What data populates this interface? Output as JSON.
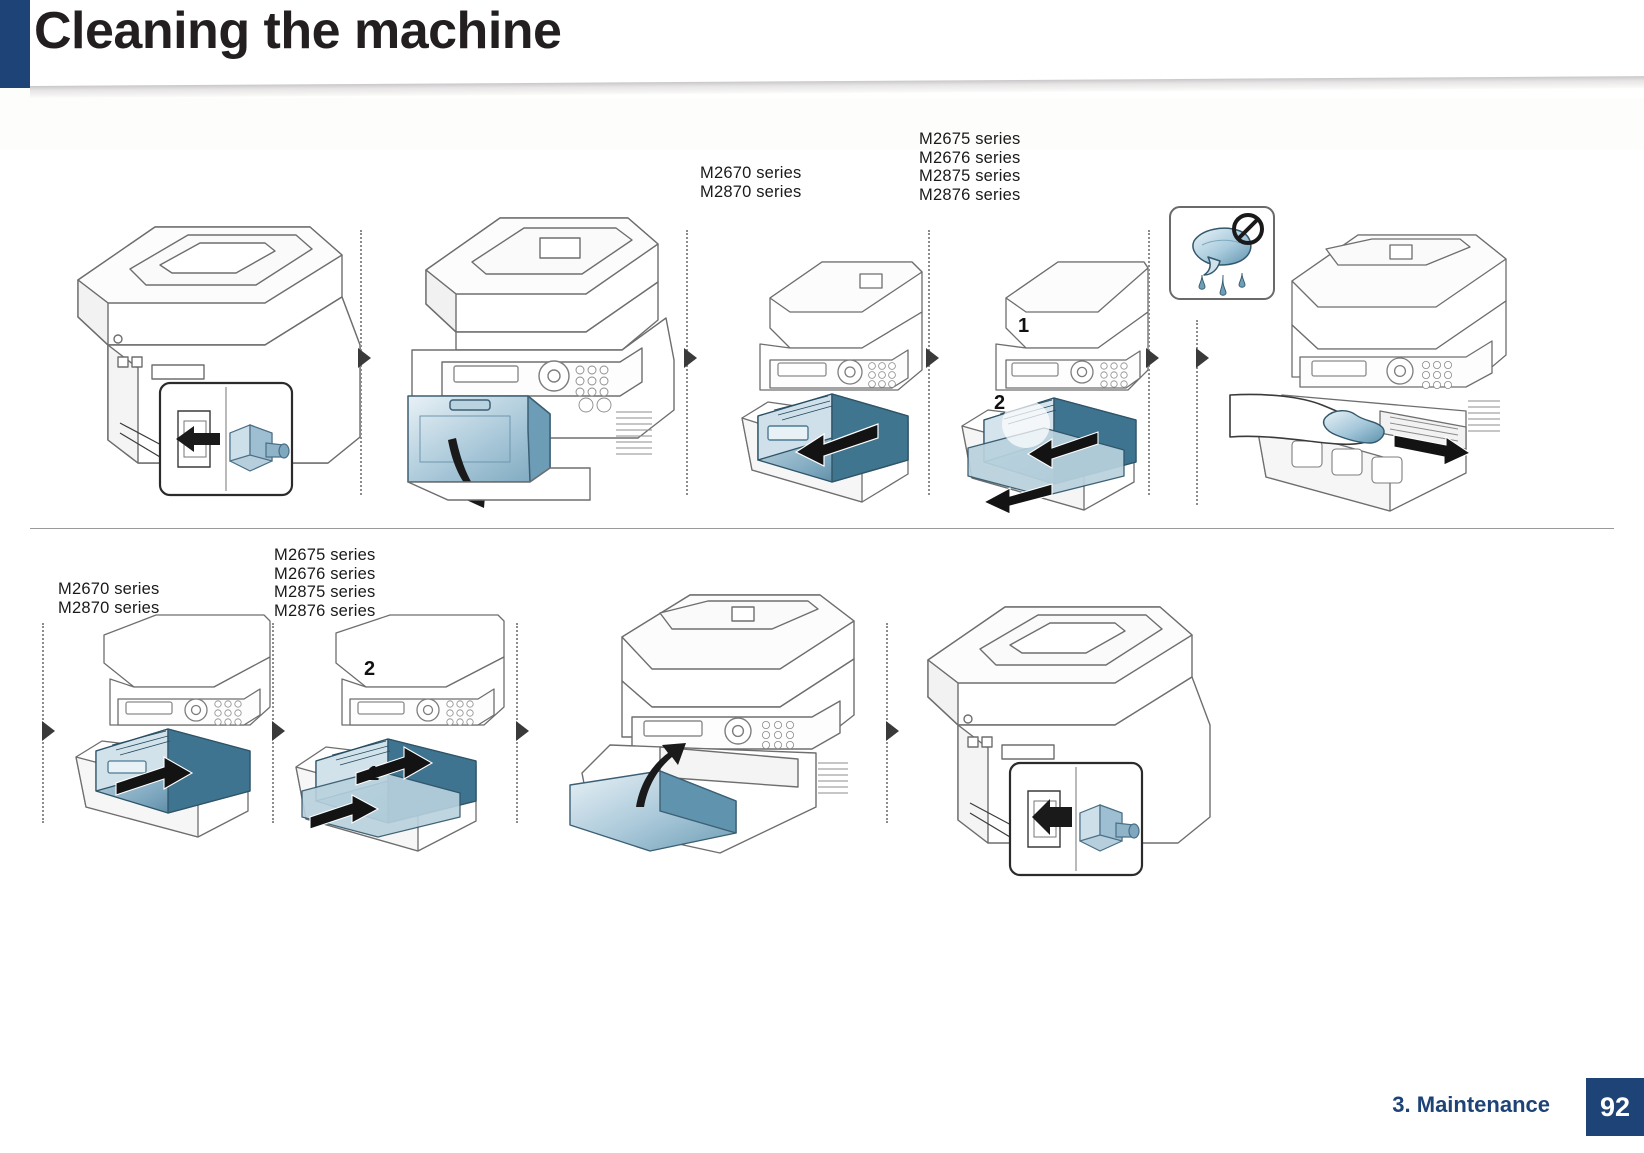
{
  "header": {
    "title": "Cleaning the machine",
    "accent_color": "#1e4376"
  },
  "figure": {
    "rows": [
      {
        "id": "row-1",
        "labels": [
          {
            "name": "model-label-left",
            "text": "M2670 series\nM2870 series"
          },
          {
            "name": "model-label-right",
            "text": "M2675 series\nM2676 series\nM2875 series\nM2876 series"
          }
        ],
        "steps": [
          {
            "id": "step-1",
            "caption_icon": "power-plug-unplug-icon",
            "callouts": []
          },
          {
            "id": "step-2",
            "caption_icon": "front-cover-open-icon",
            "callouts": []
          },
          {
            "id": "step-3",
            "caption_icon": "toner-cartridge-pull-out-icon",
            "callouts": []
          },
          {
            "id": "step-4",
            "caption_icon": "imaging-unit-pull-out-icon",
            "callouts": [
              "1",
              "2"
            ]
          },
          {
            "id": "step-5",
            "caption_icon": "no-wet-cloth-icon",
            "callouts": []
          },
          {
            "id": "step-6",
            "caption_icon": "hand-wipe-interior-icon",
            "callouts": []
          }
        ]
      },
      {
        "id": "row-2",
        "labels": [
          {
            "name": "model-label-left",
            "text": "M2670 series\nM2870 series"
          },
          {
            "name": "model-label-right",
            "text": "M2675 series\nM2676 series\nM2875 series\nM2876 series"
          }
        ],
        "steps": [
          {
            "id": "step-7",
            "caption_icon": "toner-cartridge-insert-icon",
            "callouts": []
          },
          {
            "id": "step-8",
            "caption_icon": "imaging-unit-insert-icon",
            "callouts": [
              "2",
              "1"
            ]
          },
          {
            "id": "step-9",
            "caption_icon": "front-cover-close-icon",
            "callouts": []
          },
          {
            "id": "step-10",
            "caption_icon": "power-plug-connect-icon",
            "callouts": []
          }
        ]
      }
    ]
  },
  "footer": {
    "chapter": "3.  Maintenance",
    "page_number": "92",
    "accent_color": "#1e4376"
  }
}
